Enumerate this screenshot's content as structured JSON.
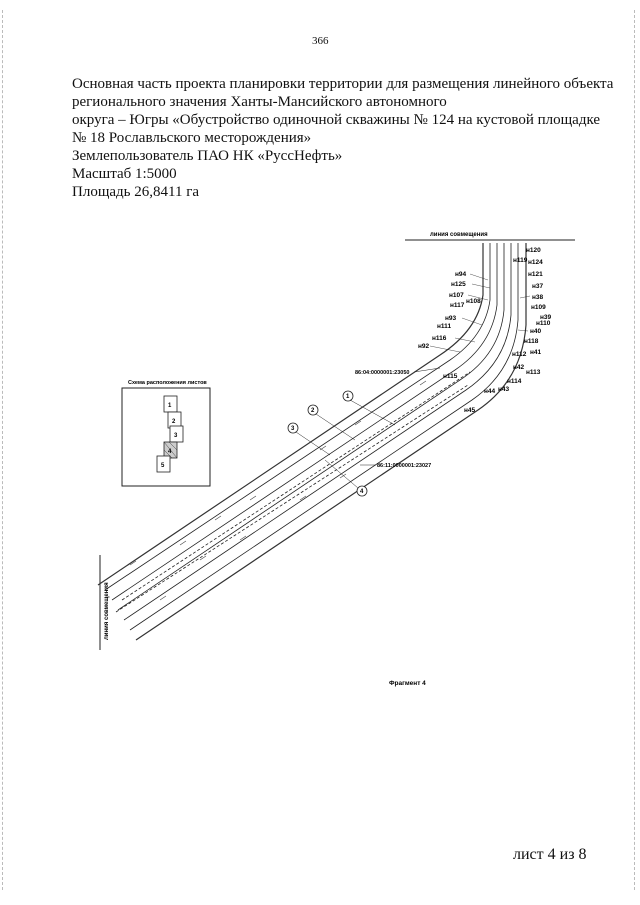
{
  "document": {
    "page_number": "366",
    "header_lines": [
      "Основная часть проекта планировки территории для размещения  линейного объекта",
      "регионального значения Ханты-Мансийского автономного",
      "округа – Югры «Обустройство одиночной скважины № 124 на кустовой площадке",
      "№ 18 Рославльского месторождения»"
    ],
    "land_user": "Землепользователь  ПАО НК «РуссНефть»",
    "scale": "Масштаб 1:5000",
    "area": "Площадь 26,8411 га",
    "sheet_label": "лист 4 из 8"
  },
  "map": {
    "top_line_label": "линия совмещения",
    "left_line_label": "линия совмещения",
    "fragment_label": "Фрагмент 4",
    "inset_title": "Схема расположения листов",
    "inset_sheets": [
      "1",
      "2",
      "3",
      "4",
      "5"
    ],
    "cadastral_upper": "86:04:0000001:23050",
    "cadastral_lower": "86:11:0000001:23027",
    "circle_markers": [
      "1",
      "2",
      "3",
      "4"
    ],
    "point_labels": {
      "n120": "н120",
      "n119": "н119",
      "n124": "н124",
      "n121": "н121",
      "n94": "н94",
      "n125": "н125",
      "n37": "н37",
      "n107": "н107",
      "n38": "н38",
      "n117": "н117",
      "n108": "н108",
      "n109": "н109",
      "n39": "н39",
      "n110": "н110",
      "n93": "н93",
      "n111": "н111",
      "n40": "н40",
      "n116": "н116",
      "n118": "н118",
      "n92": "н92",
      "n41": "н41",
      "n112": "н112",
      "n42": "н42",
      "n115": "н115",
      "n113": "н113",
      "n114": "н114",
      "n44": "н44",
      "n43": "н43",
      "n45": "н45"
    }
  }
}
